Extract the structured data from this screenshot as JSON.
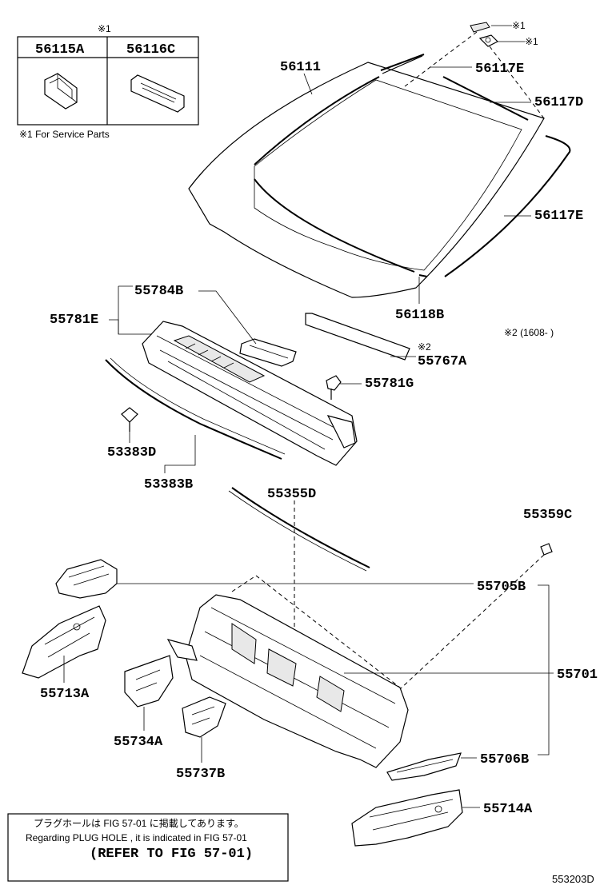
{
  "service_box": {
    "header_mark": "※1",
    "col1": "56115A",
    "col2": "56116C",
    "footnote": "※1 For Service Parts"
  },
  "parts": {
    "p56111": "56111",
    "p56117E_top": "56117E",
    "p56117D": "56117D",
    "p56117E_right": "56117E",
    "p56118B": "56118B",
    "p55784B": "55784B",
    "p55781E": "55781E",
    "p55767A": "55767A",
    "p55781G": "55781G",
    "p53383D": "53383D",
    "p53383B": "53383B",
    "p55355D": "55355D",
    "p55359C": "55359C",
    "p55705B": "55705B",
    "p55701": "55701",
    "p55713A": "55713A",
    "p55734A": "55734A",
    "p55737B": "55737B",
    "p55706B": "55706B",
    "p55714A": "55714A"
  },
  "marks": {
    "clip1": "※1",
    "clip2": "※1",
    "mark2": "※2",
    "note2": "※2 (1608-      )"
  },
  "bottom_note": {
    "line1": "プラグホールは FIG 57-01 に掲載してあります。",
    "line2": "Regarding  PLUG  HOLE , it is indicated in FIG  57-01",
    "line3": "(REFER TO FIG 57-01)"
  },
  "figure_id": "553203D"
}
